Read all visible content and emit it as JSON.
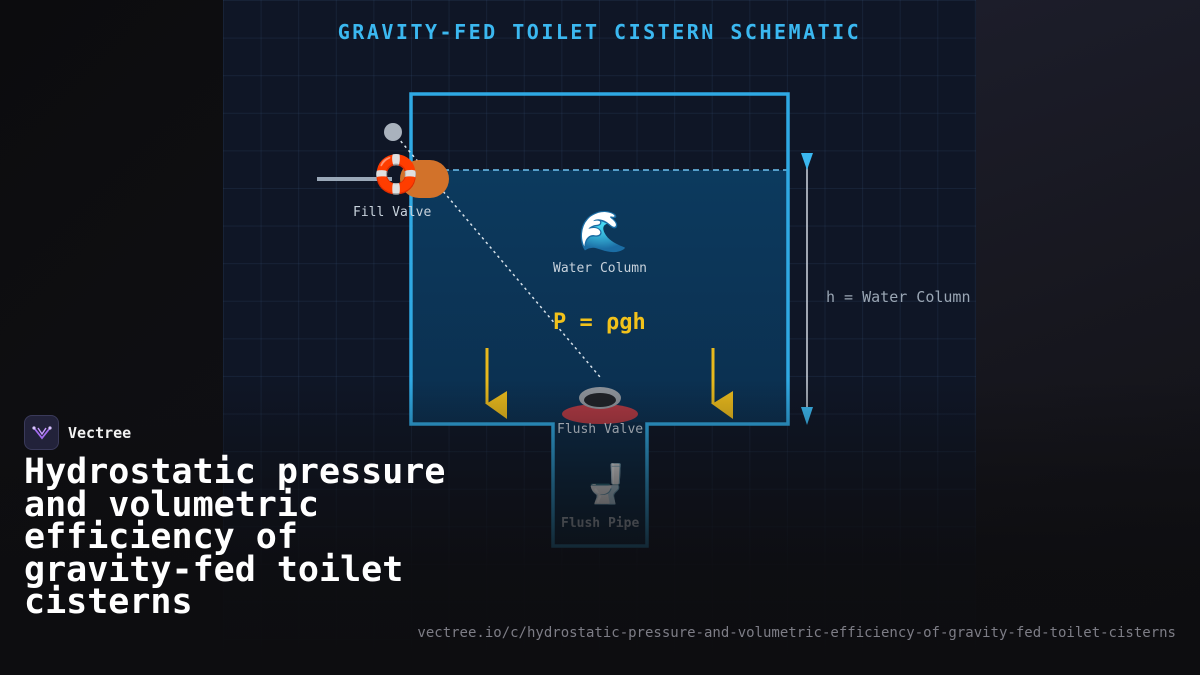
{
  "diagram": {
    "title": "GRAVITY-FED TOILET CISTERN SCHEMATIC",
    "labels": {
      "fill_valve": "Fill Valve",
      "water_column": "Water Column",
      "flush_valve": "Flush Valve",
      "flush_pipe": "Flush Pipe",
      "formula": "P = ρgh",
      "height_dimension": "h = Water Column"
    },
    "icons": {
      "fill_valve": "lifebuoy-float-icon",
      "water_column": "water-wave-icon",
      "flush_pipe": "toilet-icon",
      "flush_valve": "drain-valve-icon"
    },
    "colors": {
      "tank_outline": "#2fa9e4",
      "water_fill": "#0c3a5e",
      "title": "#3bb8f0",
      "formula": "#f2c21b",
      "float": "#d2722a",
      "valve_seat": "#b23a44"
    }
  },
  "brand": {
    "name": "Vectree",
    "logo_icon": "vectree-logo-icon"
  },
  "article": {
    "headline": "Hydrostatic pressure and volumetric efficiency of gravity-fed toilet cisterns",
    "url": "vectree.io/c/hydrostatic-pressure-and-volumetric-efficiency-of-gravity-fed-toilet-cisterns"
  }
}
